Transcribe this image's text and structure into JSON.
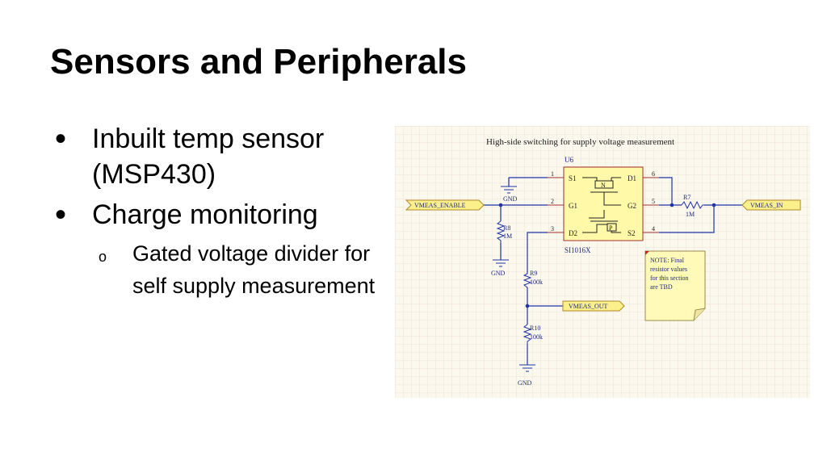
{
  "slide": {
    "title": "Sensors and Peripherals",
    "bullets": [
      {
        "text": "Inbuilt temp sensor (MSP430)"
      },
      {
        "text": "Charge monitoring"
      }
    ],
    "sub_bullets": [
      {
        "text": "Gated voltage divider for self supply measurement"
      }
    ]
  },
  "schematic": {
    "title": "High-side switching for supply voltage measurement",
    "ic": {
      "ref": "U6",
      "part": "SI1016X",
      "pins_left": [
        {
          "num": "1",
          "name": "S1"
        },
        {
          "num": "2",
          "name": "G1"
        },
        {
          "num": "3",
          "name": "D2"
        }
      ],
      "pins_right": [
        {
          "num": "6",
          "name": "D1"
        },
        {
          "num": "5",
          "name": "G2"
        },
        {
          "num": "4",
          "name": "S2"
        }
      ],
      "fet_n": "N",
      "fet_p": "P"
    },
    "ports": {
      "enable": "VMEAS_ENABLE",
      "in": "VMEAS_IN",
      "out": "VMEAS_OUT"
    },
    "gnd_label": "GND",
    "resistors": [
      {
        "ref": "R7",
        "value": "1M"
      },
      {
        "ref": "R8",
        "value": "1M"
      },
      {
        "ref": "R9",
        "value": "100k"
      },
      {
        "ref": "R10",
        "value": "100k"
      }
    ],
    "note": {
      "lines": [
        "NOTE: Final",
        "resistor values",
        "for this section",
        "are TBD"
      ]
    },
    "colors": {
      "grid_bg": "#fbf8ee",
      "grid_line": "#efe4d2",
      "wire": "#1f33a6",
      "ic_fill": "#fff9a8",
      "ic_stroke": "#a03030",
      "port_fill": "#fbf08a",
      "note_fill": "#fffab8",
      "text": "#1f2a80"
    }
  }
}
